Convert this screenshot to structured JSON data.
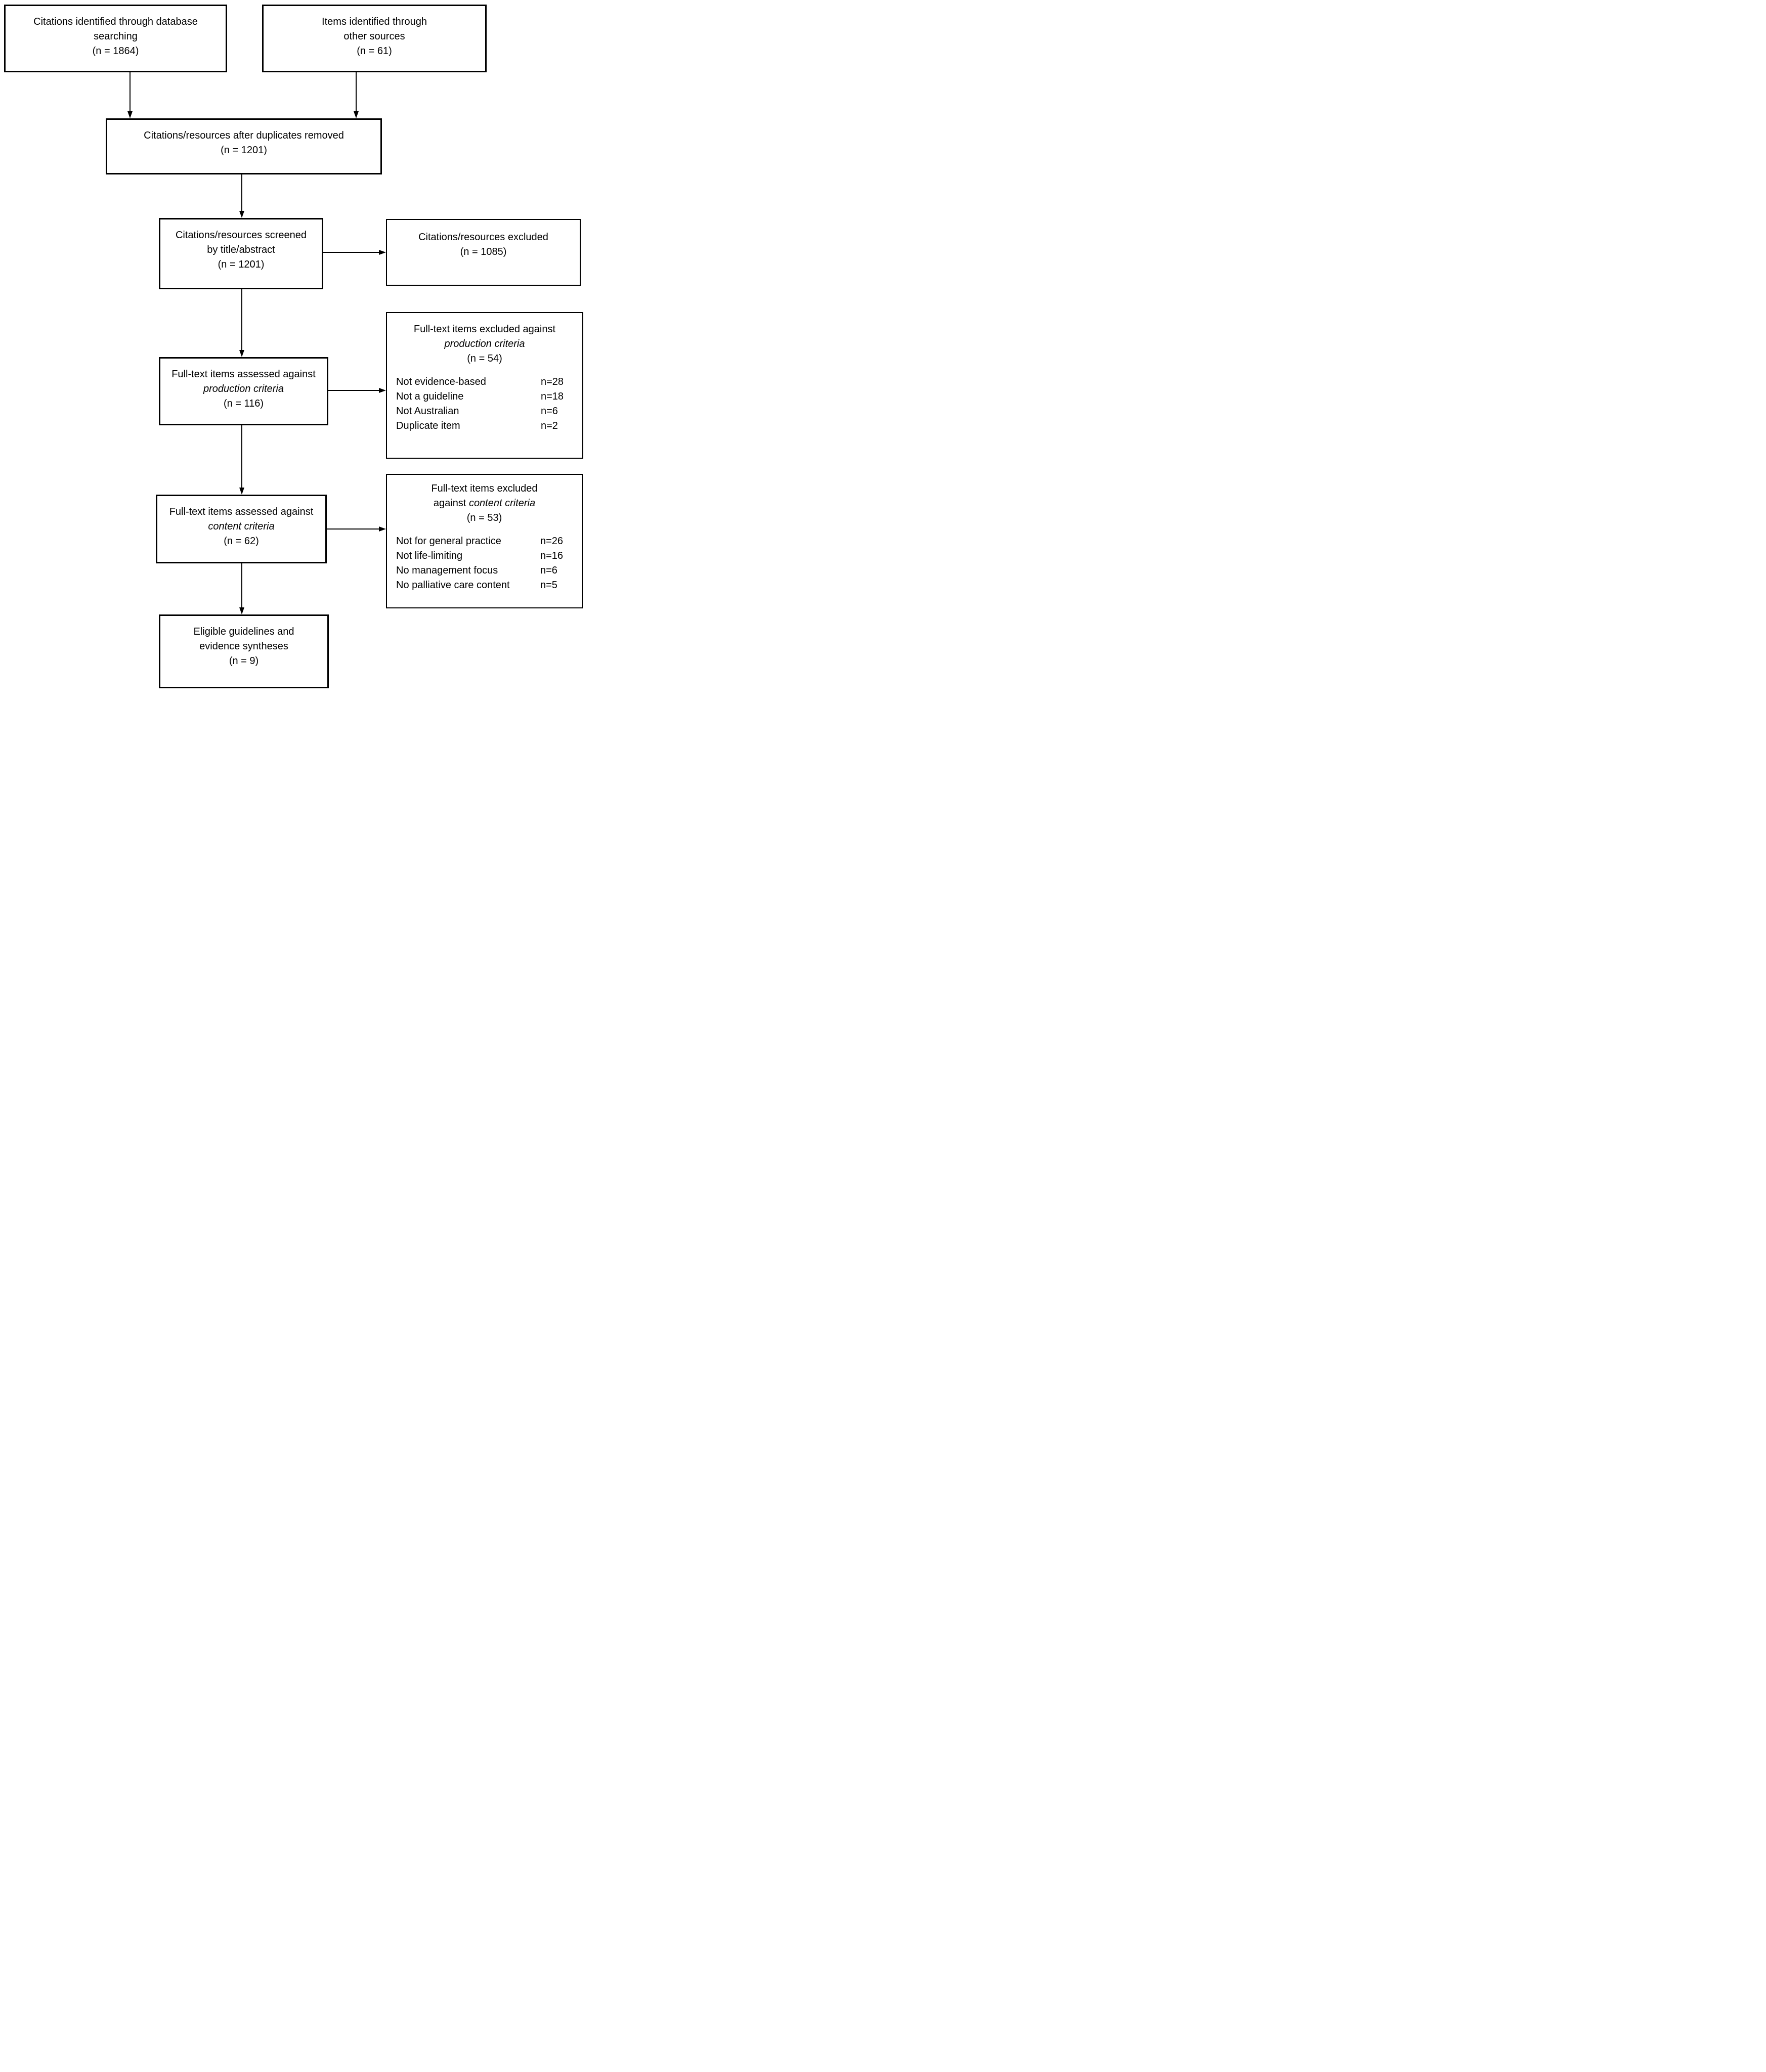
{
  "diagram": {
    "colors": {
      "background": "#ffffff",
      "box_border": "#000000",
      "text": "#000000",
      "arrow": "#000000"
    },
    "nodes": {
      "identified_db": {
        "line1": "Citations identified through database",
        "line2": "searching",
        "n": "(n = 1864)"
      },
      "identified_other": {
        "line1": "Items identified through",
        "line2": "other sources",
        "n": "(n = 61)"
      },
      "deduplicated": {
        "line1": "Citations/resources after duplicates removed",
        "n": "(n = 1201)"
      },
      "screened": {
        "line1": "Citations/resources screened",
        "line2": "by title/abstract",
        "n": "(n = 1201)"
      },
      "excluded_screening": {
        "line1": "Citations/resources excluded",
        "n": "(n = 1085)"
      },
      "assessed_production": {
        "line1": "Full-text items assessed against",
        "line2_italic": "production criteria",
        "n": "(n = 116)"
      },
      "excluded_production": {
        "line1": "Full-text items excluded against",
        "line2_italic": "production criteria",
        "n": "(n = 54)",
        "reasons": [
          {
            "label": "Not evidence-based",
            "count": "n=28"
          },
          {
            "label": "Not a guideline",
            "count": "n=18"
          },
          {
            "label": "Not Australian",
            "count": "n=6"
          },
          {
            "label": "Duplicate item",
            "count": "n=2"
          }
        ]
      },
      "assessed_content": {
        "line1": "Full-text items assessed against",
        "line2_italic": "content criteria",
        "n": "(n = 62)"
      },
      "excluded_content": {
        "line1": "Full-text items excluded",
        "line2_prefix": "against",
        "line2_italic": "content criteria",
        "n": "(n = 53)",
        "reasons": [
          {
            "label": "Not for general practice",
            "count": "n=26"
          },
          {
            "label": "Not life-limiting",
            "count": "n=16"
          },
          {
            "label": "No management focus",
            "count": "n=6"
          },
          {
            "label": "No palliative care content",
            "count": "n=5"
          }
        ]
      },
      "eligible": {
        "line1": "Eligible guidelines and",
        "line2": "evidence syntheses",
        "n": "(n = 9)"
      }
    }
  }
}
